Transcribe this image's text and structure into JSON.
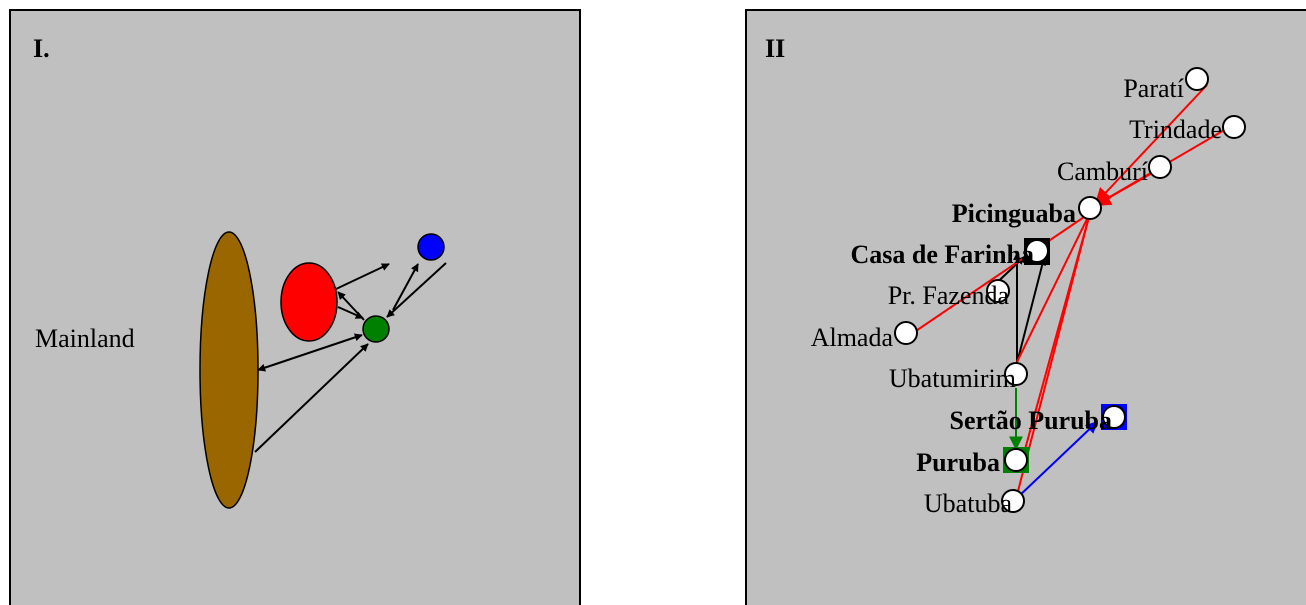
{
  "colors": {
    "panel_bg": "#c0c0c0",
    "panel_border": "#000000",
    "mainland": "#996600",
    "red": "#ff0000",
    "green": "#008000",
    "blue": "#0000ff",
    "black": "#000000",
    "white": "#ffffff"
  },
  "panel_1": {
    "title": "I.",
    "mainland_label": "Mainland"
  },
  "panel_2": {
    "title": "II",
    "nodes": {
      "parati": {
        "label": "Paratí",
        "color": "#000000",
        "bold": false
      },
      "trindade": {
        "label": "Trindade",
        "color": "#000000",
        "bold": false
      },
      "camburi": {
        "label": "Camburí",
        "color": "#000000",
        "bold": false
      },
      "picinguaba": {
        "label": "Picinguaba",
        "color": "#ff0000",
        "bold": true
      },
      "casa": {
        "label": "Casa de Farinha",
        "color": "#000000",
        "bold": true
      },
      "fazenda": {
        "label": "Pr. Fazenda",
        "color": "#000000",
        "bold": false
      },
      "almada": {
        "label": "Almada",
        "color": "#000000",
        "bold": false
      },
      "ubatumirim": {
        "label": "Ubatumirim",
        "color": "#000000",
        "bold": false
      },
      "sertao": {
        "label": "Sertão Puruba",
        "color": "#0000ff",
        "bold": true
      },
      "puruba": {
        "label": "Puruba",
        "color": "#008000",
        "bold": true
      },
      "ubatuba": {
        "label": "Ubatuba",
        "color": "#000000",
        "bold": false
      }
    }
  }
}
